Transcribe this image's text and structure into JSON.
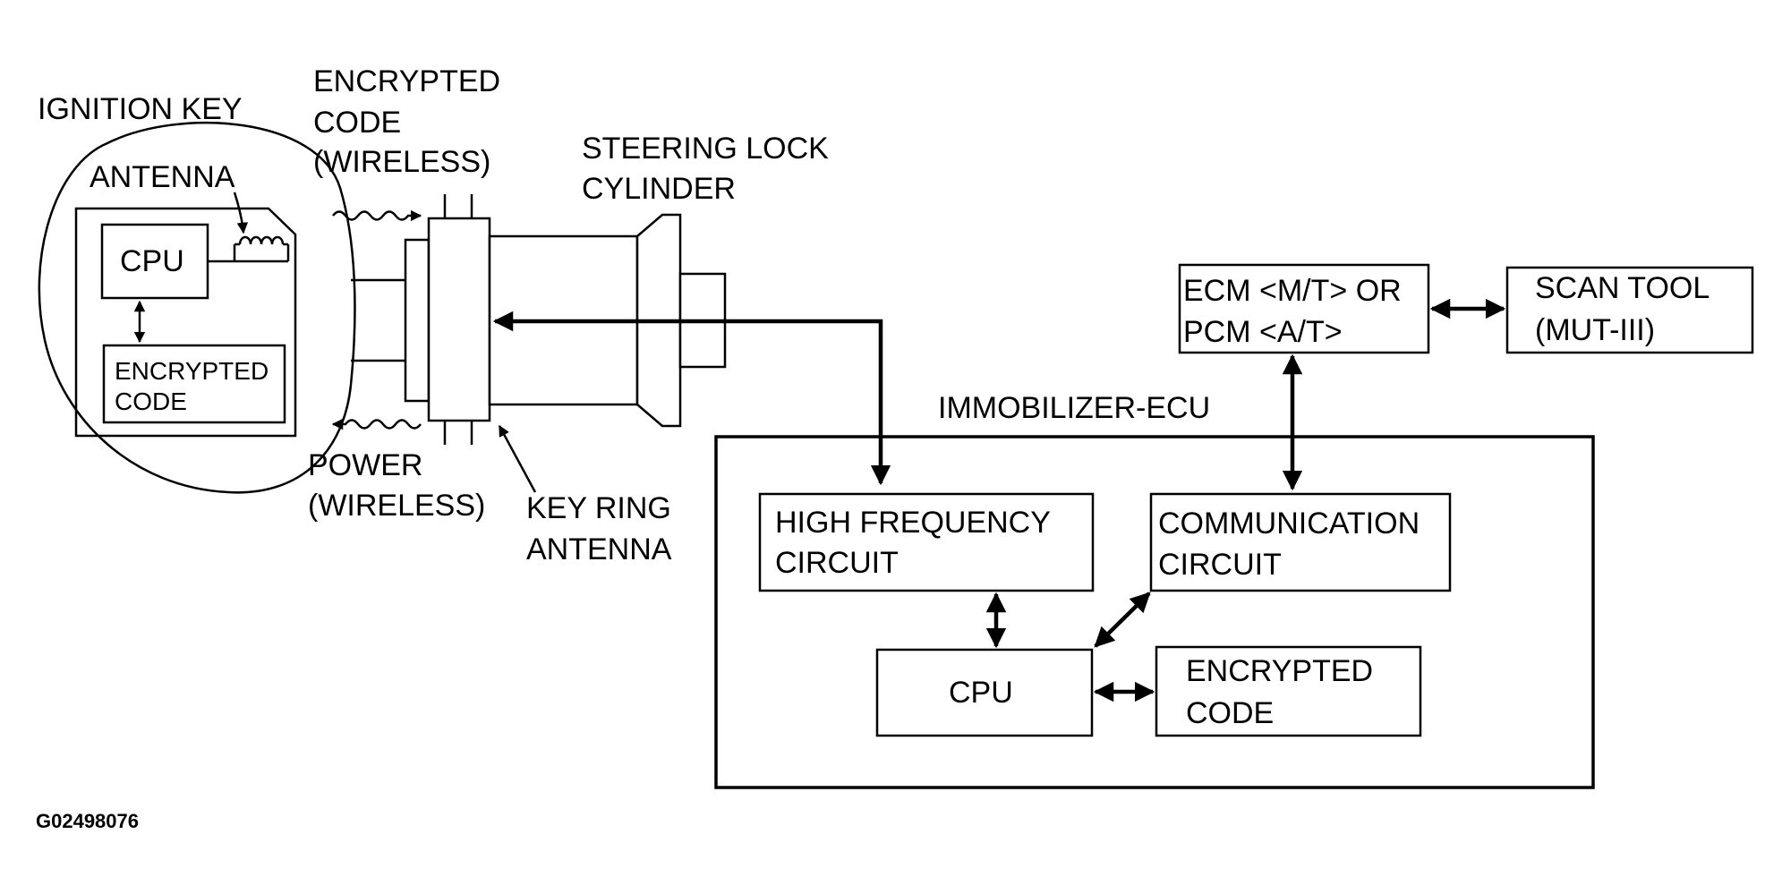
{
  "labels": {
    "ignition_key": "IGNITION KEY",
    "antenna": "ANTENNA",
    "key_cpu": "CPU",
    "key_code_1": "ENCRYPTED",
    "key_code_2": "CODE",
    "enc_wireless_1": "ENCRYPTED",
    "enc_wireless_2": "CODE",
    "enc_wireless_3": "(WIRELESS)",
    "power_1": "POWER",
    "power_2": "(WIRELESS)",
    "steering_1": "STEERING LOCK",
    "steering_2": "CYLINDER",
    "key_ring_1": "KEY RING",
    "key_ring_2": "ANTENNA",
    "ecm_1": "ECM <M/T> OR",
    "ecm_2": "PCM <A/T>",
    "scan_1": "SCAN TOOL",
    "scan_2": "(MUT-III)",
    "immobilizer": "IMMOBILIZER-ECU",
    "hf_1": "HIGH FREQUENCY",
    "hf_2": "CIRCUIT",
    "comm_1": "COMMUNICATION",
    "comm_2": "CIRCUIT",
    "ecu_cpu": "CPU",
    "ecu_code_1": "ENCRYPTED",
    "ecu_code_2": "CODE",
    "figure_id": "G02498076"
  }
}
